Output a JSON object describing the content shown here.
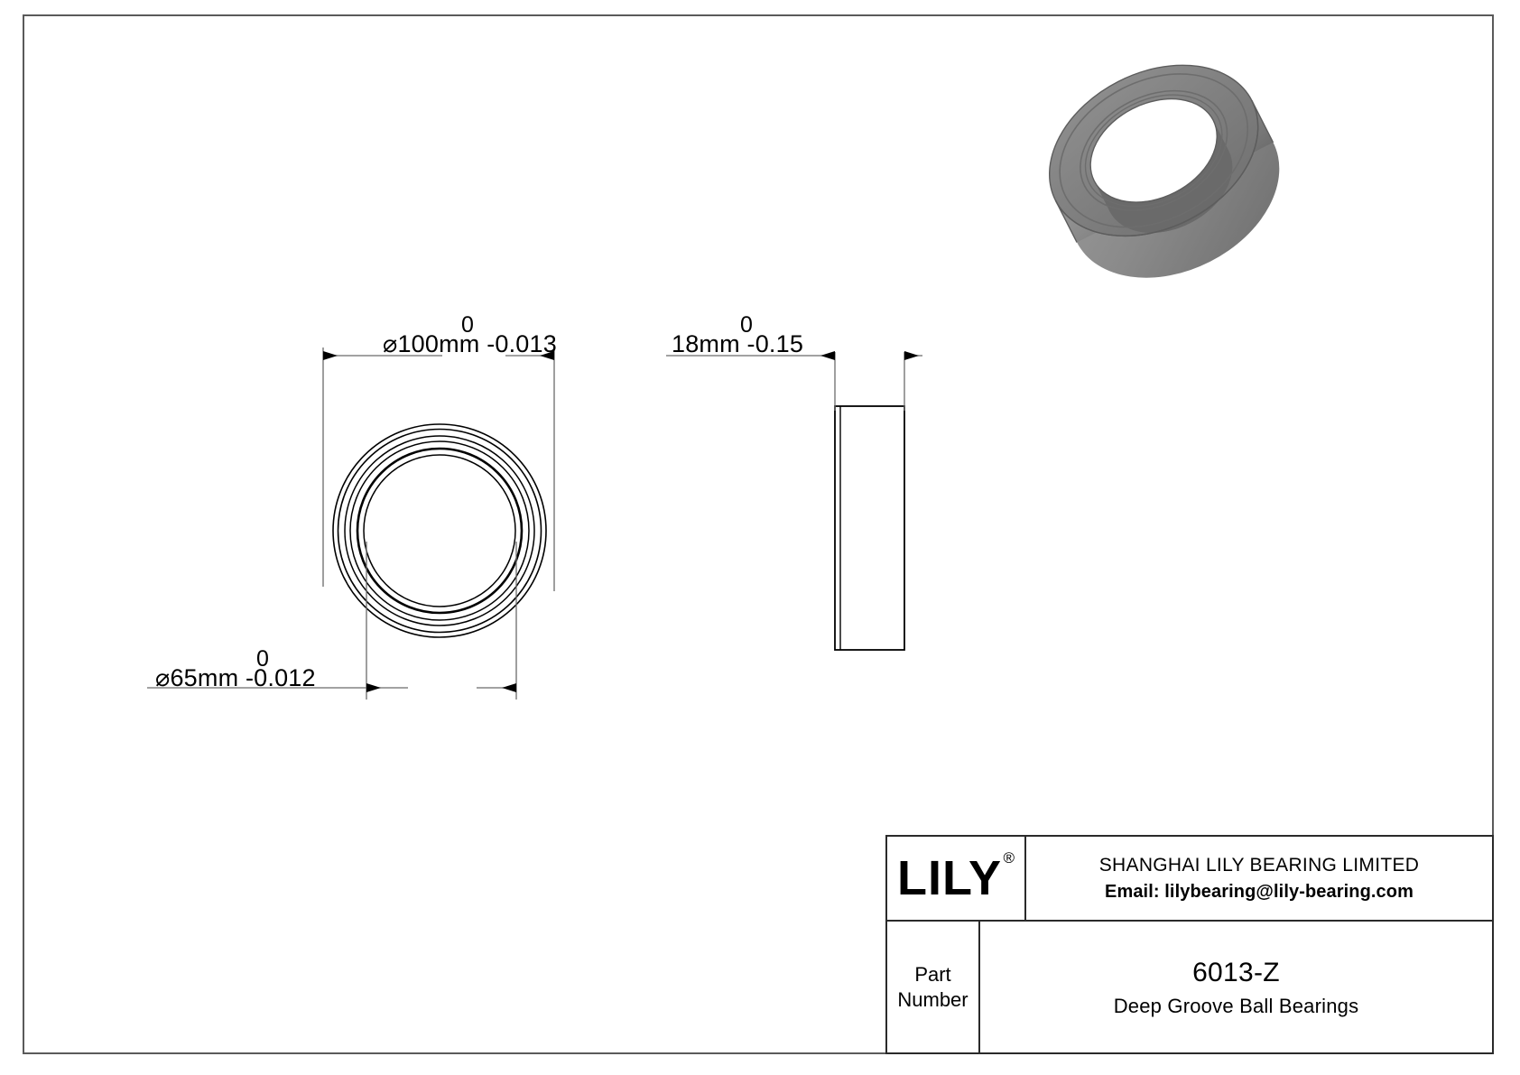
{
  "drawing": {
    "title": "Deep Groove Ball Bearing technical drawing",
    "background_color": "#ffffff",
    "line_color": "#000000",
    "frame_color": "#5a5a5a"
  },
  "dimensions": {
    "outer_diameter": {
      "label": "⌀100mm  -0.013",
      "symbol": "⌀",
      "value": "100mm",
      "tolerance_upper": "0",
      "tolerance_lower": "-0.013"
    },
    "bore_diameter": {
      "label": "⌀65mm  -0.012",
      "symbol": "⌀",
      "value": "65mm",
      "tolerance_upper": "0",
      "tolerance_lower": "-0.012"
    },
    "width": {
      "label": "18mm  -0.15",
      "value": "18mm",
      "tolerance_upper": "0",
      "tolerance_lower": "-0.15"
    }
  },
  "views": {
    "front_view": {
      "name": "front-view-bearing"
    },
    "side_view": {
      "name": "side-view-bearing"
    },
    "iso_view": {
      "name": "isometric-render-bearing",
      "color": "#808080"
    }
  },
  "title_block": {
    "logo": "LILY",
    "logo_registered_mark": "®",
    "company_name": "SHANGHAI LILY BEARING LIMITED",
    "email": "Email: lilybearing@lily-bearing.com",
    "part_label_line1": "Part",
    "part_label_line2": "Number",
    "part_number": "6013-Z",
    "part_description": "Deep Groove Ball Bearings"
  }
}
